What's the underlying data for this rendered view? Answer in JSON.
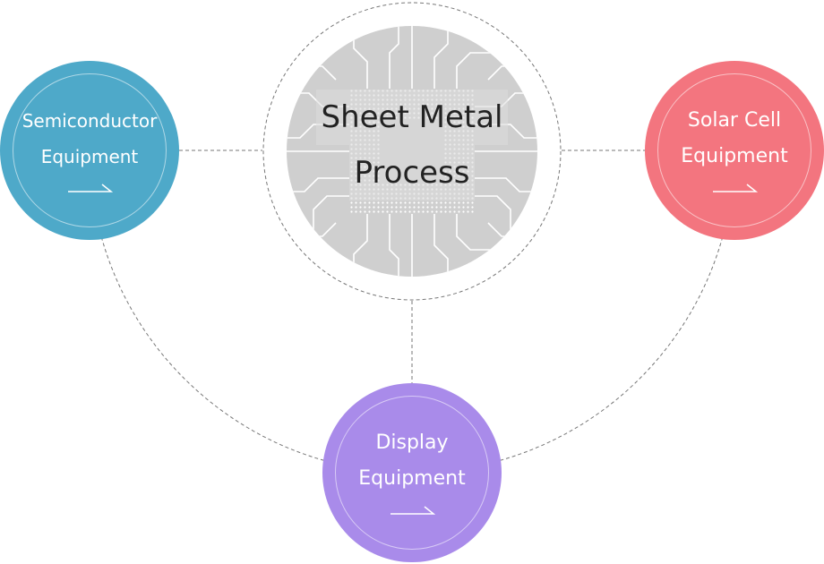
{
  "center": {
    "line1": "Sheet Metal",
    "line2": "Process",
    "background_icon": "circuit-chip-icon"
  },
  "nodes": [
    {
      "id": "semiconductor",
      "line1": "Semiconductor",
      "line2": "Equipment",
      "color": "#4ea9c9"
    },
    {
      "id": "solar-cell",
      "line1": "Solar Cell",
      "line2": "Equipment",
      "color": "#f3757f"
    },
    {
      "id": "display",
      "line1": "Display",
      "line2": "Equipment",
      "color": "#a98bea"
    }
  ],
  "arrow_icon": "right-arrow-icon",
  "connector_style": "dashed"
}
